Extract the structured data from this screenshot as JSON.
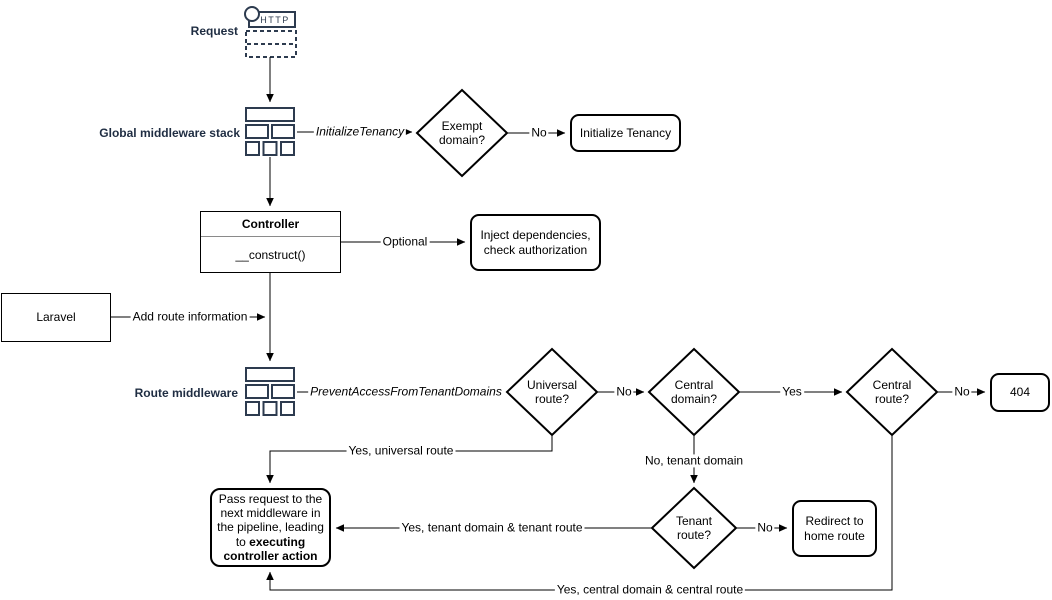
{
  "colors": {
    "accent_navy": "#1F2D42",
    "icon_stroke": "#2D3B4F",
    "line": "#000000",
    "background": "#FFFFFF"
  },
  "labels": {
    "request": "Request",
    "http": "HTTP",
    "global_middleware": "Global middleware stack",
    "route_middleware": "Route middleware"
  },
  "nodes": {
    "exempt_domain": "Exempt domain?",
    "initialize_tenancy": "Initialize Tenancy",
    "controller_title": "Controller",
    "controller_method": "__construct()",
    "inject_dependencies": "Inject dependencies, check authorization",
    "laravel": "Laravel",
    "universal_route": "Universal route?",
    "central_domain": "Central domain?",
    "central_route": "Central route?",
    "not_found": "404",
    "tenant_route": "Tenant route?",
    "redirect_home": "Redirect to home route",
    "pass_request_text": "Pass request to the next middleware in the pipeline, leading to ",
    "pass_request_emphasis": "executing controller action"
  },
  "edges": {
    "initialize_tenancy_middleware": "InitializeTenancy",
    "exempt_no": "No",
    "optional": "Optional",
    "add_route_information": "Add route information",
    "prevent_access": "PreventAccessFromTenantDomains",
    "universal_no": "No",
    "central_domain_yes": "Yes",
    "central_route_no": "No",
    "universal_yes": "Yes, universal route",
    "tenant_domain_no": "No, tenant domain",
    "tenant_route_no": "No",
    "tenant_yes": "Yes, tenant domain & tenant route",
    "central_yes": "Yes, central domain & central route"
  }
}
